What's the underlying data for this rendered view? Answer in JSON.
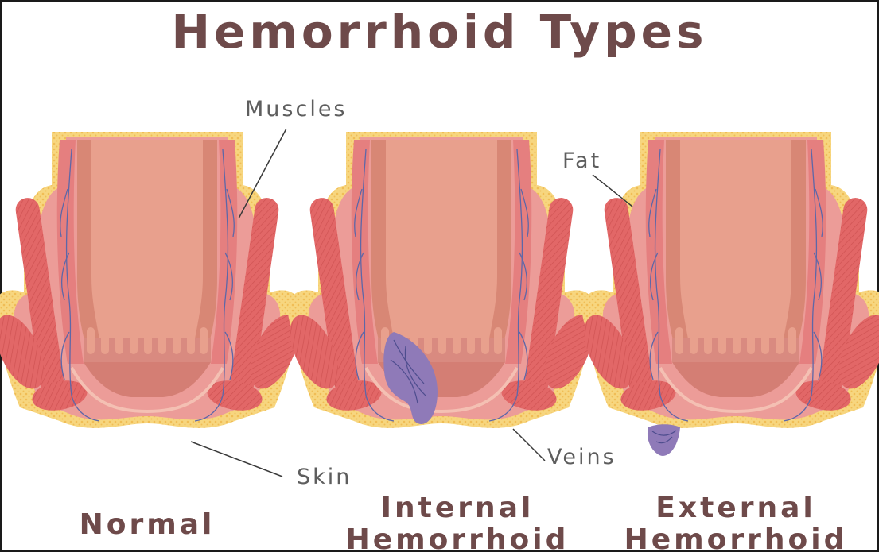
{
  "title": "Hemorrhoid Types",
  "labels": {
    "muscles": "Muscles",
    "fat": "Fat",
    "skin": "Skin",
    "veins": "Veins"
  },
  "panels": [
    {
      "caption_line1": "Normal",
      "caption_line2": ""
    },
    {
      "caption_line1": "Internal",
      "caption_line2": "Hemorrhoid"
    },
    {
      "caption_line1": "External",
      "caption_line2": "Hemorrhoid"
    }
  ],
  "colors": {
    "title_text": "#6e4a4a",
    "label_text": "#5e5e5e",
    "fat": "#f7d67f",
    "fat_dots": "#f1c15a",
    "tissue": "#e88f8f",
    "canal": "#e8a08d",
    "canal_shade": "#d87d72",
    "muscle": "#e06464",
    "vein": "#5d67a8",
    "hemorrhoid": "#8f7ab8"
  }
}
